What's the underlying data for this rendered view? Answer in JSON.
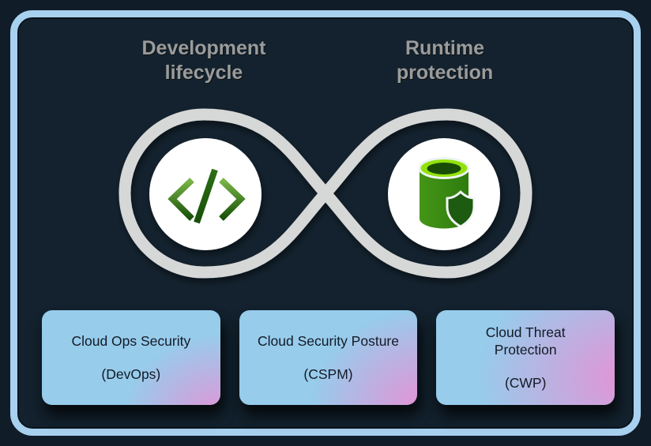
{
  "titles": {
    "left": "Development\nlifecycle",
    "right": "Runtime\nprotection"
  },
  "loop": {
    "left_icon": "code-icon",
    "right_icon": "database-shield-icon"
  },
  "cards": [
    {
      "title": "Cloud Ops Security",
      "subtitle": "(DevOps)"
    },
    {
      "title": "Cloud Security Posture",
      "subtitle": "(CSPM)"
    },
    {
      "title": "Cloud Threat\nProtection",
      "subtitle": "(CWP)"
    }
  ],
  "colors": {
    "outer_background": "#101d29",
    "panel_background": "#13222e",
    "frame_border": "#a8d0ef",
    "loop_gray": "#d6d6d6",
    "title_gray": "#9b9b9b",
    "card_blue": "#97cceb",
    "card_pink": "#e493d6",
    "card_text": "#131a26",
    "icon_green_light": "#7ab648",
    "icon_green_dark": "#1d5b10",
    "icon_lime": "#93e20c"
  }
}
